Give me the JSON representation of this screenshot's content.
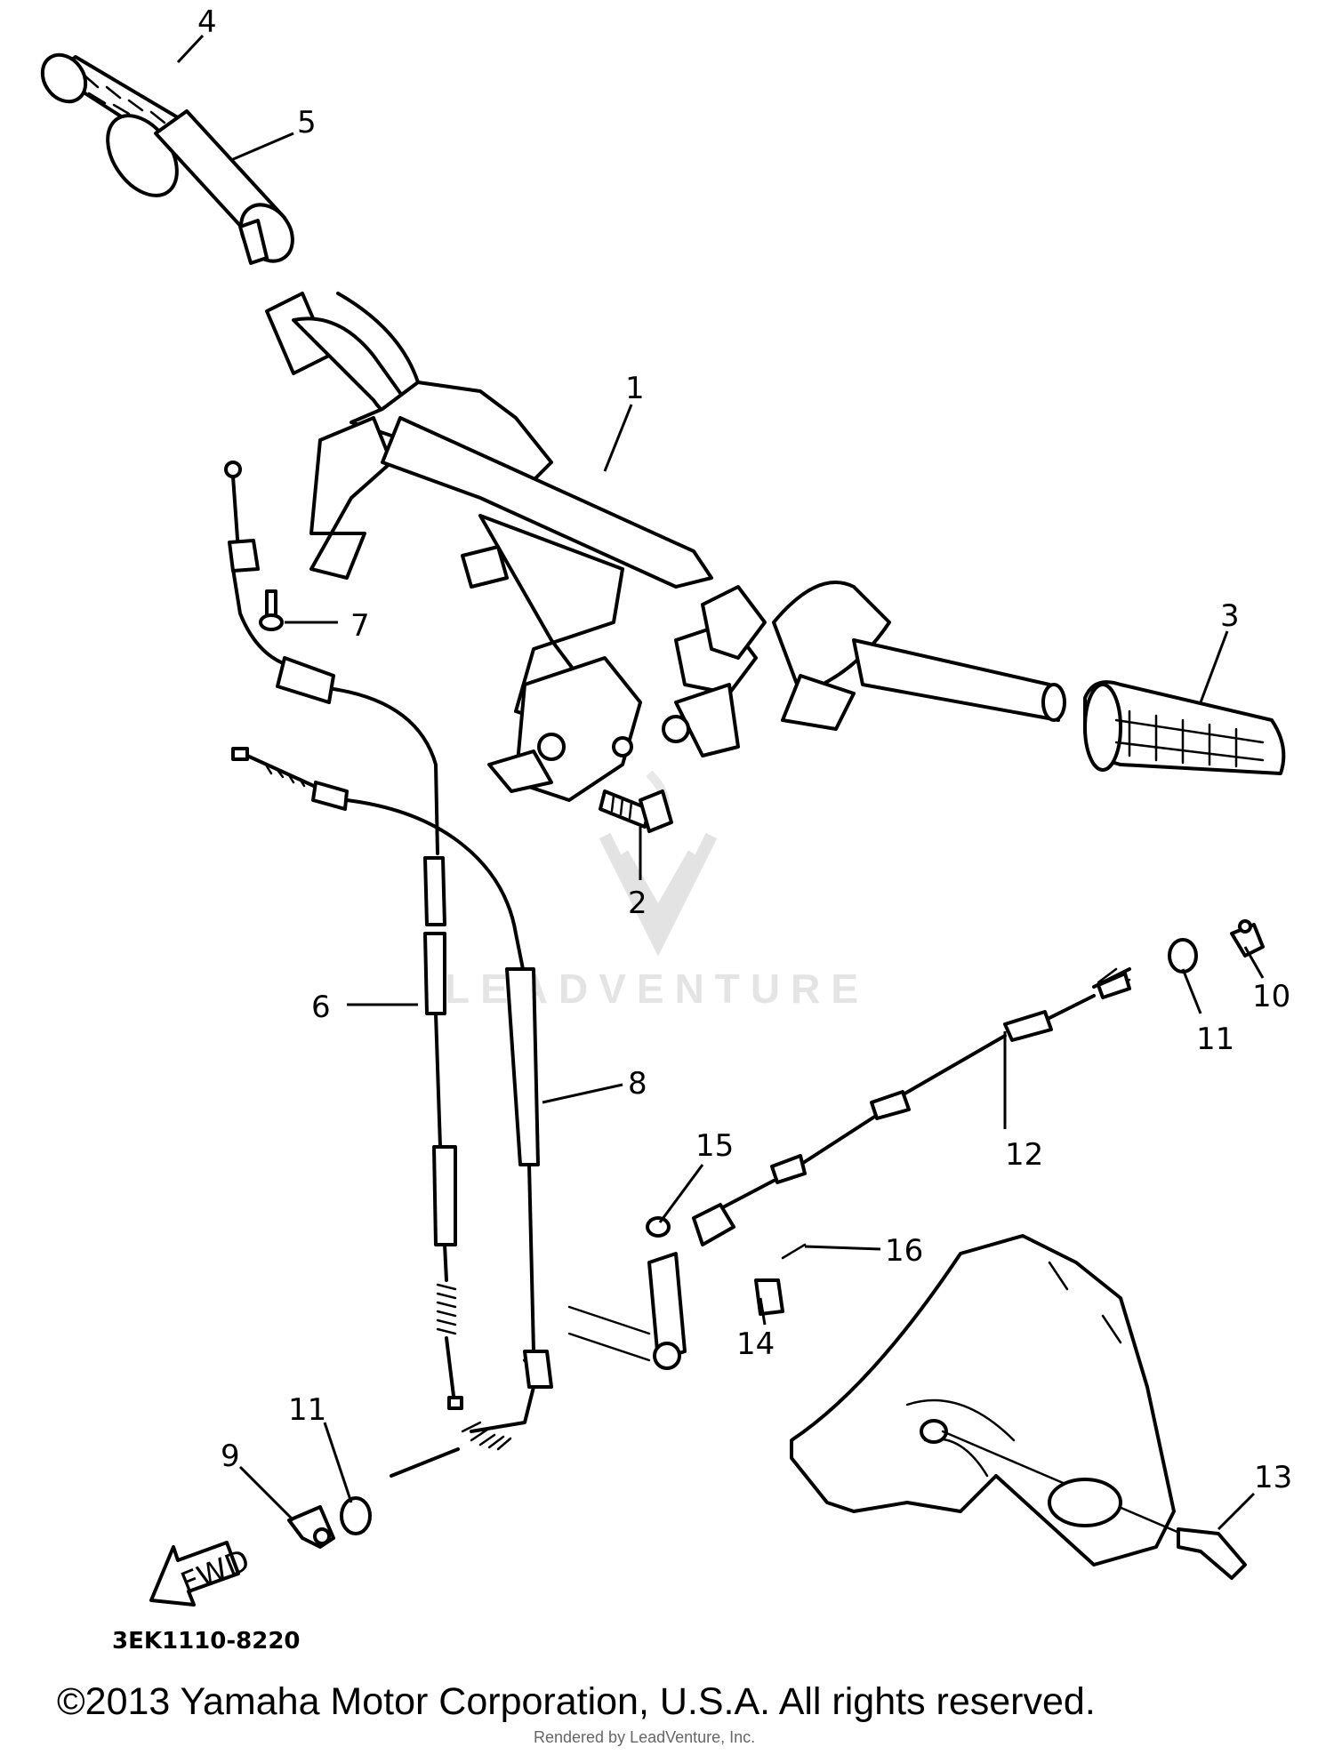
{
  "diagram": {
    "callouts": [
      "1",
      "2",
      "3",
      "4",
      "5",
      "6",
      "7",
      "8",
      "9",
      "10",
      "11",
      "11",
      "12",
      "13",
      "14",
      "15",
      "16"
    ],
    "fwd_label": "FWD",
    "watermark": "LEADVENTURE",
    "part_code": "3EK1110-8220",
    "copyright": "©2013 Yamaha Motor Corporation, U.S.A. All rights reserved.",
    "rendered_by": "Rendered by LeadVenture, Inc."
  }
}
